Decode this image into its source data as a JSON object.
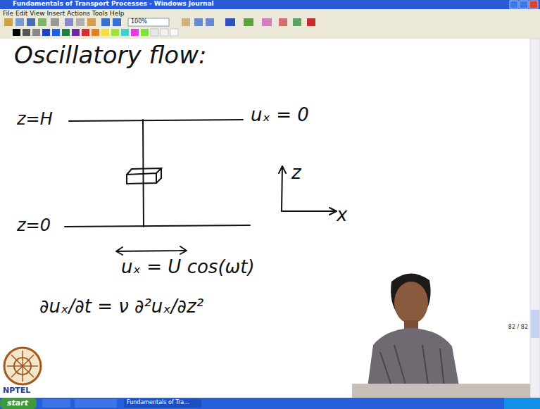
{
  "diagram": {
    "title": "Oscillatory flow:",
    "labels": [
      "Fundamentals of Transport Processes - Windows Journal",
      "File  Edit  View  Insert  Actions  Tools  Help",
      "100%",
      "z=H",
      "uₓ = 0",
      "z",
      "x",
      "z=0",
      "uₓ = U cos(ωt)",
      "∂uₓ/∂t = ν ∂²uₓ/∂z²",
      "82 / 82",
      "NPTEL",
      "start",
      "Fundamentals of Tra..."
    ]
  }
}
